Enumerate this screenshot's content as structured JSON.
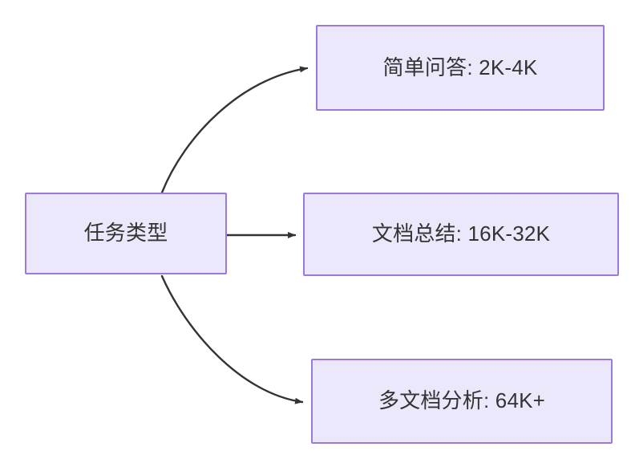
{
  "diagram": {
    "type": "flowchart",
    "direction": "left-to-right",
    "background_color": "#FFFFFF",
    "node_fill_color": "#ECE8FB",
    "node_border_color": "#9A7BDC",
    "node_text_color": "#333333",
    "edge_color": "#333333",
    "nodes": [
      {
        "id": "source",
        "label": "任务类型",
        "role": "root"
      },
      {
        "id": "simple",
        "label": "简单问答: 2K-4K",
        "role": "leaf"
      },
      {
        "id": "doc",
        "label": "文档总结: 16K-32K",
        "role": "leaf"
      },
      {
        "id": "multi",
        "label": "多文档分析: 64K+",
        "role": "leaf"
      }
    ],
    "edges": [
      {
        "from": "source",
        "to": "simple",
        "shape": "curve-up",
        "arrowhead": "filled-triangle",
        "label": ""
      },
      {
        "from": "source",
        "to": "doc",
        "shape": "straight",
        "arrowhead": "filled-triangle",
        "label": ""
      },
      {
        "from": "source",
        "to": "multi",
        "shape": "curve-down",
        "arrowhead": "filled-triangle",
        "label": ""
      }
    ]
  }
}
